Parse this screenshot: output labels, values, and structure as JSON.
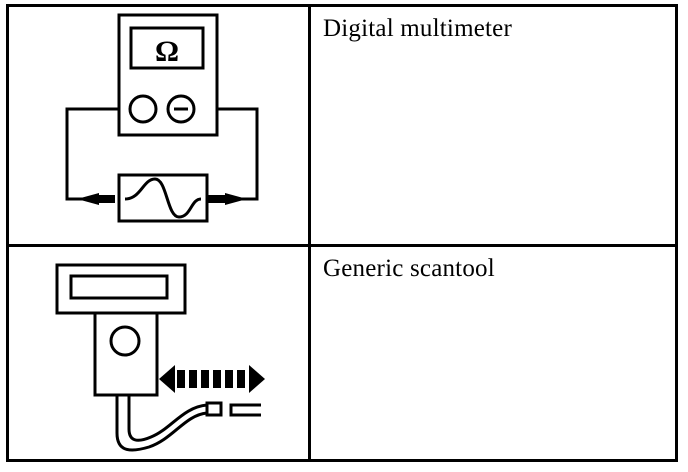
{
  "rows": [
    {
      "icon": "digital-multimeter-icon",
      "meter_symbol": "Ω",
      "label": "Digital multimeter"
    },
    {
      "icon": "generic-scantool-icon",
      "label": "Generic scantool"
    }
  ]
}
